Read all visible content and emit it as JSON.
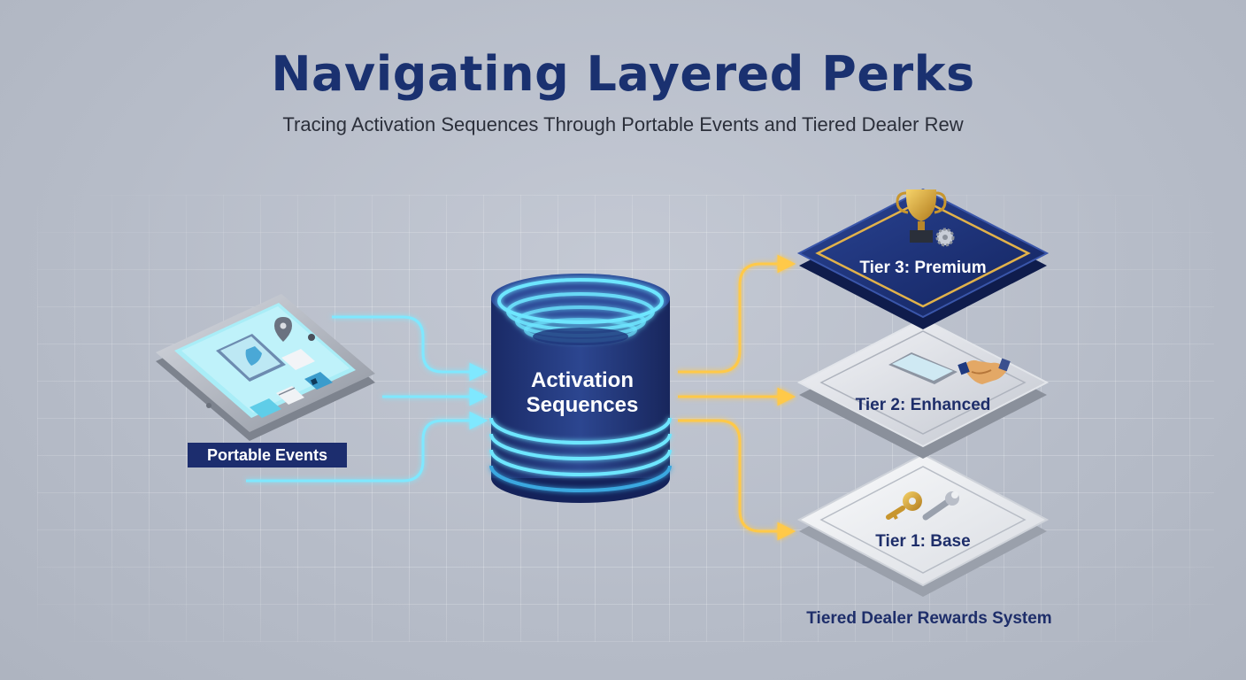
{
  "title": "Navigating Layered Perks",
  "subtitle": "Tracing Activation Sequences Through Portable Events and Tiered Dealer Rew",
  "source": {
    "label": "Portable Events",
    "icon": "tablet-icon"
  },
  "hub": {
    "label_line1": "Activation",
    "label_line2": "Sequences",
    "icon": "cylinder-icon"
  },
  "tiers": [
    {
      "label": "Tier 3: Premium",
      "icon": "trophy-icon"
    },
    {
      "label": "Tier 2: Enhanced",
      "icon": "handshake-icon"
    },
    {
      "label": "Tier 1: Base",
      "icon": "key-icon"
    }
  ],
  "system_label": "Tiered Dealer Rewards System",
  "colors": {
    "title": "#1a3170",
    "navy": "#1c2d6e",
    "cyan_flow": "#7fe8ff",
    "gold_flow": "#ffc94a",
    "gold_border": "#e2b24a"
  }
}
